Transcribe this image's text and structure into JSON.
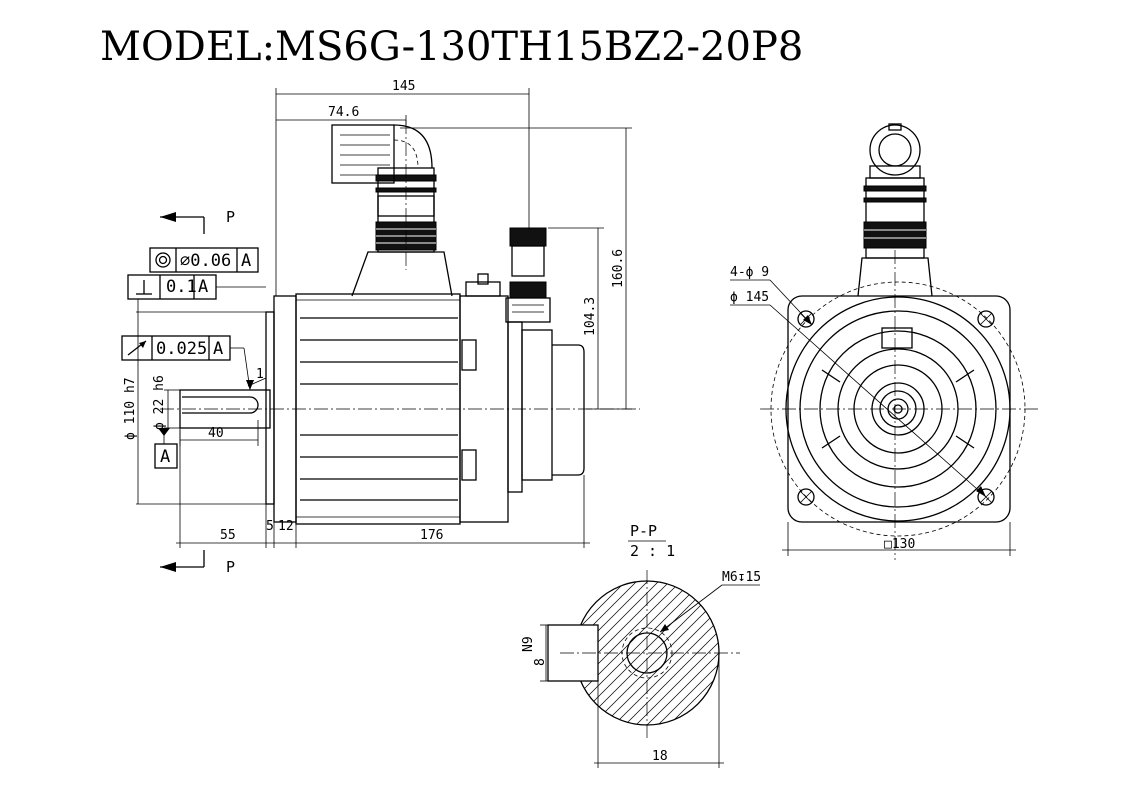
{
  "title": "MODEL:MS6G-130TH15BZ2-20P8",
  "section_marks": {
    "top": "P",
    "bottom": "P"
  },
  "tolerances": {
    "concentricity": {
      "value": "0.06",
      "datum": "A"
    },
    "perpendicularity": {
      "value": "0.1",
      "datum": "A"
    },
    "runout": {
      "value": "0.025",
      "datum": "A"
    },
    "datum_label": "A"
  },
  "side_view": {
    "dim_overall_width": "145",
    "dim_connector_offset": "74.6",
    "dim_height_total": "160.6",
    "dim_height_connector": "104.3",
    "dim_flange_diameter": "ϕ 110 h7",
    "dim_shaft_diameter": "ϕ 22 h6",
    "dim_key_length": "40",
    "dim_shaft_length": "55",
    "dim_flange_thickness": "5",
    "dim_flange_step": "12",
    "dim_body_length": "176",
    "dim_chamfer": "1"
  },
  "front_view": {
    "dim_holes": "4-ϕ 9",
    "dim_pcd": "ϕ 145",
    "dim_square": "□130"
  },
  "section_view": {
    "title": "P-P",
    "scale": "2 : 1",
    "dim_thread": "M6↧15",
    "dim_key_width": "N9",
    "dim_key_value": "8",
    "dim_shaft_height": "18"
  }
}
